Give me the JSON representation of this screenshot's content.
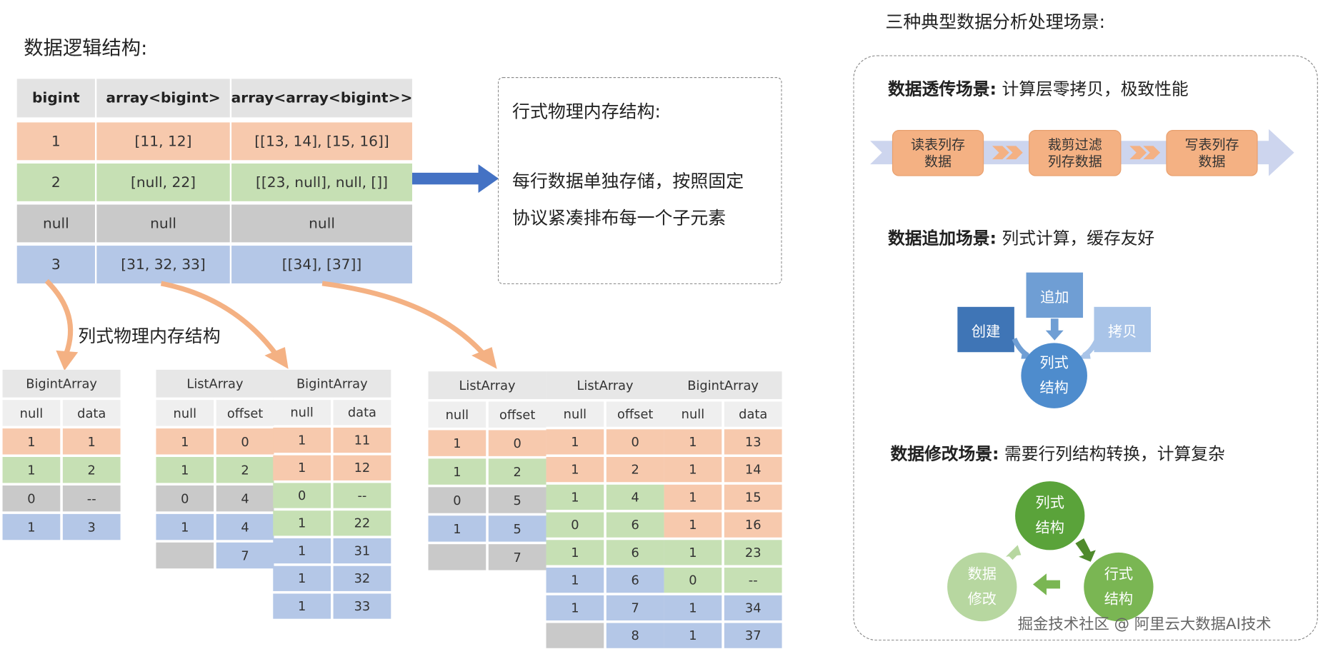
{
  "left_title": "数据逻辑结构:",
  "logical_table": {
    "headers": [
      "bigint",
      "array<bigint>",
      "array<array<bigint>>"
    ],
    "rows": [
      [
        "1",
        "[11, 12]",
        "[[13, 14], [15, 16]]"
      ],
      [
        "2",
        "[null, 22]",
        "[[23, null], null, []]"
      ],
      [
        "null",
        "null",
        "null"
      ],
      [
        "3",
        "[31, 32, 33]",
        "[[34], [37]]"
      ]
    ]
  },
  "row_store": {
    "title": "行式物理内存结构:",
    "line1": "每行数据单独存储，按照固定",
    "line2": "协议紧凑排布每一个子元素"
  },
  "column_store_label": "列式物理内存结构",
  "col1": {
    "title": "BigintArray",
    "sub": [
      "null",
      "data"
    ],
    "rows": [
      [
        "1",
        "1"
      ],
      [
        "1",
        "2"
      ],
      [
        "0",
        "--"
      ],
      [
        "1",
        "3"
      ]
    ]
  },
  "col2": {
    "list": {
      "title": "ListArray",
      "sub": [
        "null",
        "offset"
      ],
      "rows": [
        [
          "1",
          "0"
        ],
        [
          "1",
          "2"
        ],
        [
          "0",
          "4"
        ],
        [
          "1",
          "4"
        ],
        [
          "",
          "7"
        ]
      ]
    },
    "bigint": {
      "title": "BigintArray",
      "sub": [
        "null",
        "data"
      ],
      "rows": [
        [
          "1",
          "11"
        ],
        [
          "1",
          "12"
        ],
        [
          "0",
          "--"
        ],
        [
          "1",
          "22"
        ],
        [
          "1",
          "31"
        ],
        [
          "1",
          "32"
        ],
        [
          "1",
          "33"
        ]
      ]
    }
  },
  "col3": {
    "list1": {
      "title": "ListArray",
      "sub": [
        "null",
        "offset"
      ],
      "rows": [
        [
          "1",
          "0"
        ],
        [
          "1",
          "2"
        ],
        [
          "0",
          "5"
        ],
        [
          "1",
          "5"
        ],
        [
          "",
          "7"
        ]
      ]
    },
    "list2": {
      "title": "ListArray",
      "sub": [
        "null",
        "offset"
      ],
      "rows": [
        [
          "1",
          "0"
        ],
        [
          "1",
          "2"
        ],
        [
          "1",
          "4"
        ],
        [
          "0",
          "6"
        ],
        [
          "1",
          "6"
        ],
        [
          "1",
          "6"
        ],
        [
          "1",
          "7"
        ],
        [
          "",
          "8"
        ]
      ]
    },
    "bigint": {
      "title": "BigintArray",
      "sub": [
        "null",
        "data"
      ],
      "rows": [
        [
          "1",
          "13"
        ],
        [
          "1",
          "14"
        ],
        [
          "1",
          "15"
        ],
        [
          "1",
          "16"
        ],
        [
          "1",
          "23"
        ],
        [
          "0",
          "--"
        ],
        [
          "1",
          "34"
        ],
        [
          "1",
          "37"
        ]
      ]
    }
  },
  "right_title": "三种典型数据分析处理场景:",
  "scenario1": {
    "bold": "数据透传场景:",
    "rest": " 计算层零拷贝，极致性能",
    "steps": [
      "读表列存\n数据",
      "裁剪过滤\n列存数据",
      "写表列存\n数据"
    ]
  },
  "scenario2": {
    "bold": "数据追加场景:",
    "rest": " 列式计算，缓存友好",
    "create": "创建",
    "append": "追加",
    "copy": "拷贝",
    "center": "列式\n结构"
  },
  "scenario3": {
    "bold": "数据修改场景:",
    "rest": " 需要行列结构转换，计算复杂",
    "col": "列式\n结构",
    "row": "行式\n结构",
    "modify": "数据\n修改"
  },
  "watermark": "掘金技术社区 @ 阿里云大数据AI技术",
  "colors": {
    "orange": "#f7c9ad",
    "green": "#c6e0b4",
    "gray": "#c9c9c9",
    "blue": "#b4c7e7",
    "arrow_blue": "#4472c4",
    "arrow_orange": "#f4b183",
    "circle_blue": "#5b9bd5",
    "circle_green": "#70ad47"
  }
}
